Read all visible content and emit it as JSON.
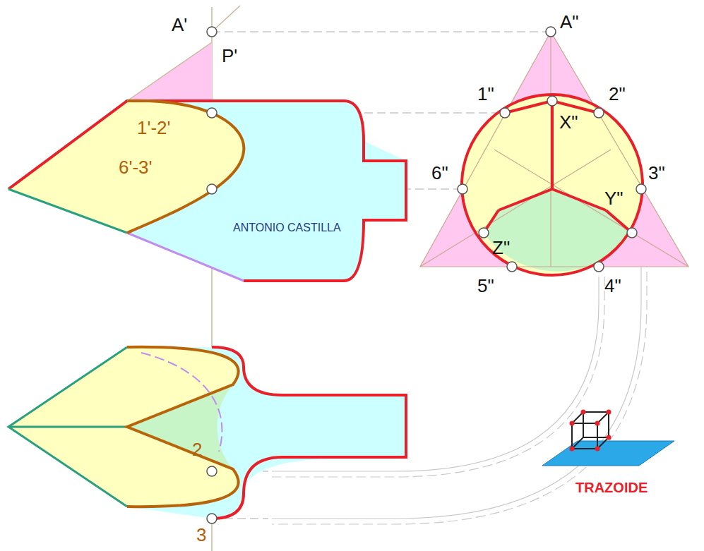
{
  "diagram": {
    "labels": [
      "A'",
      "P'",
      "A\"",
      "1\"",
      "2\"",
      "X\"",
      "6\"",
      "3\"",
      "Y\"",
      "Z\"",
      "5\"",
      "4\"",
      "1'-2'",
      "6'-3'",
      "ANTONIO CASTILLA",
      "2",
      "3",
      "TRAZOIDE"
    ]
  }
}
